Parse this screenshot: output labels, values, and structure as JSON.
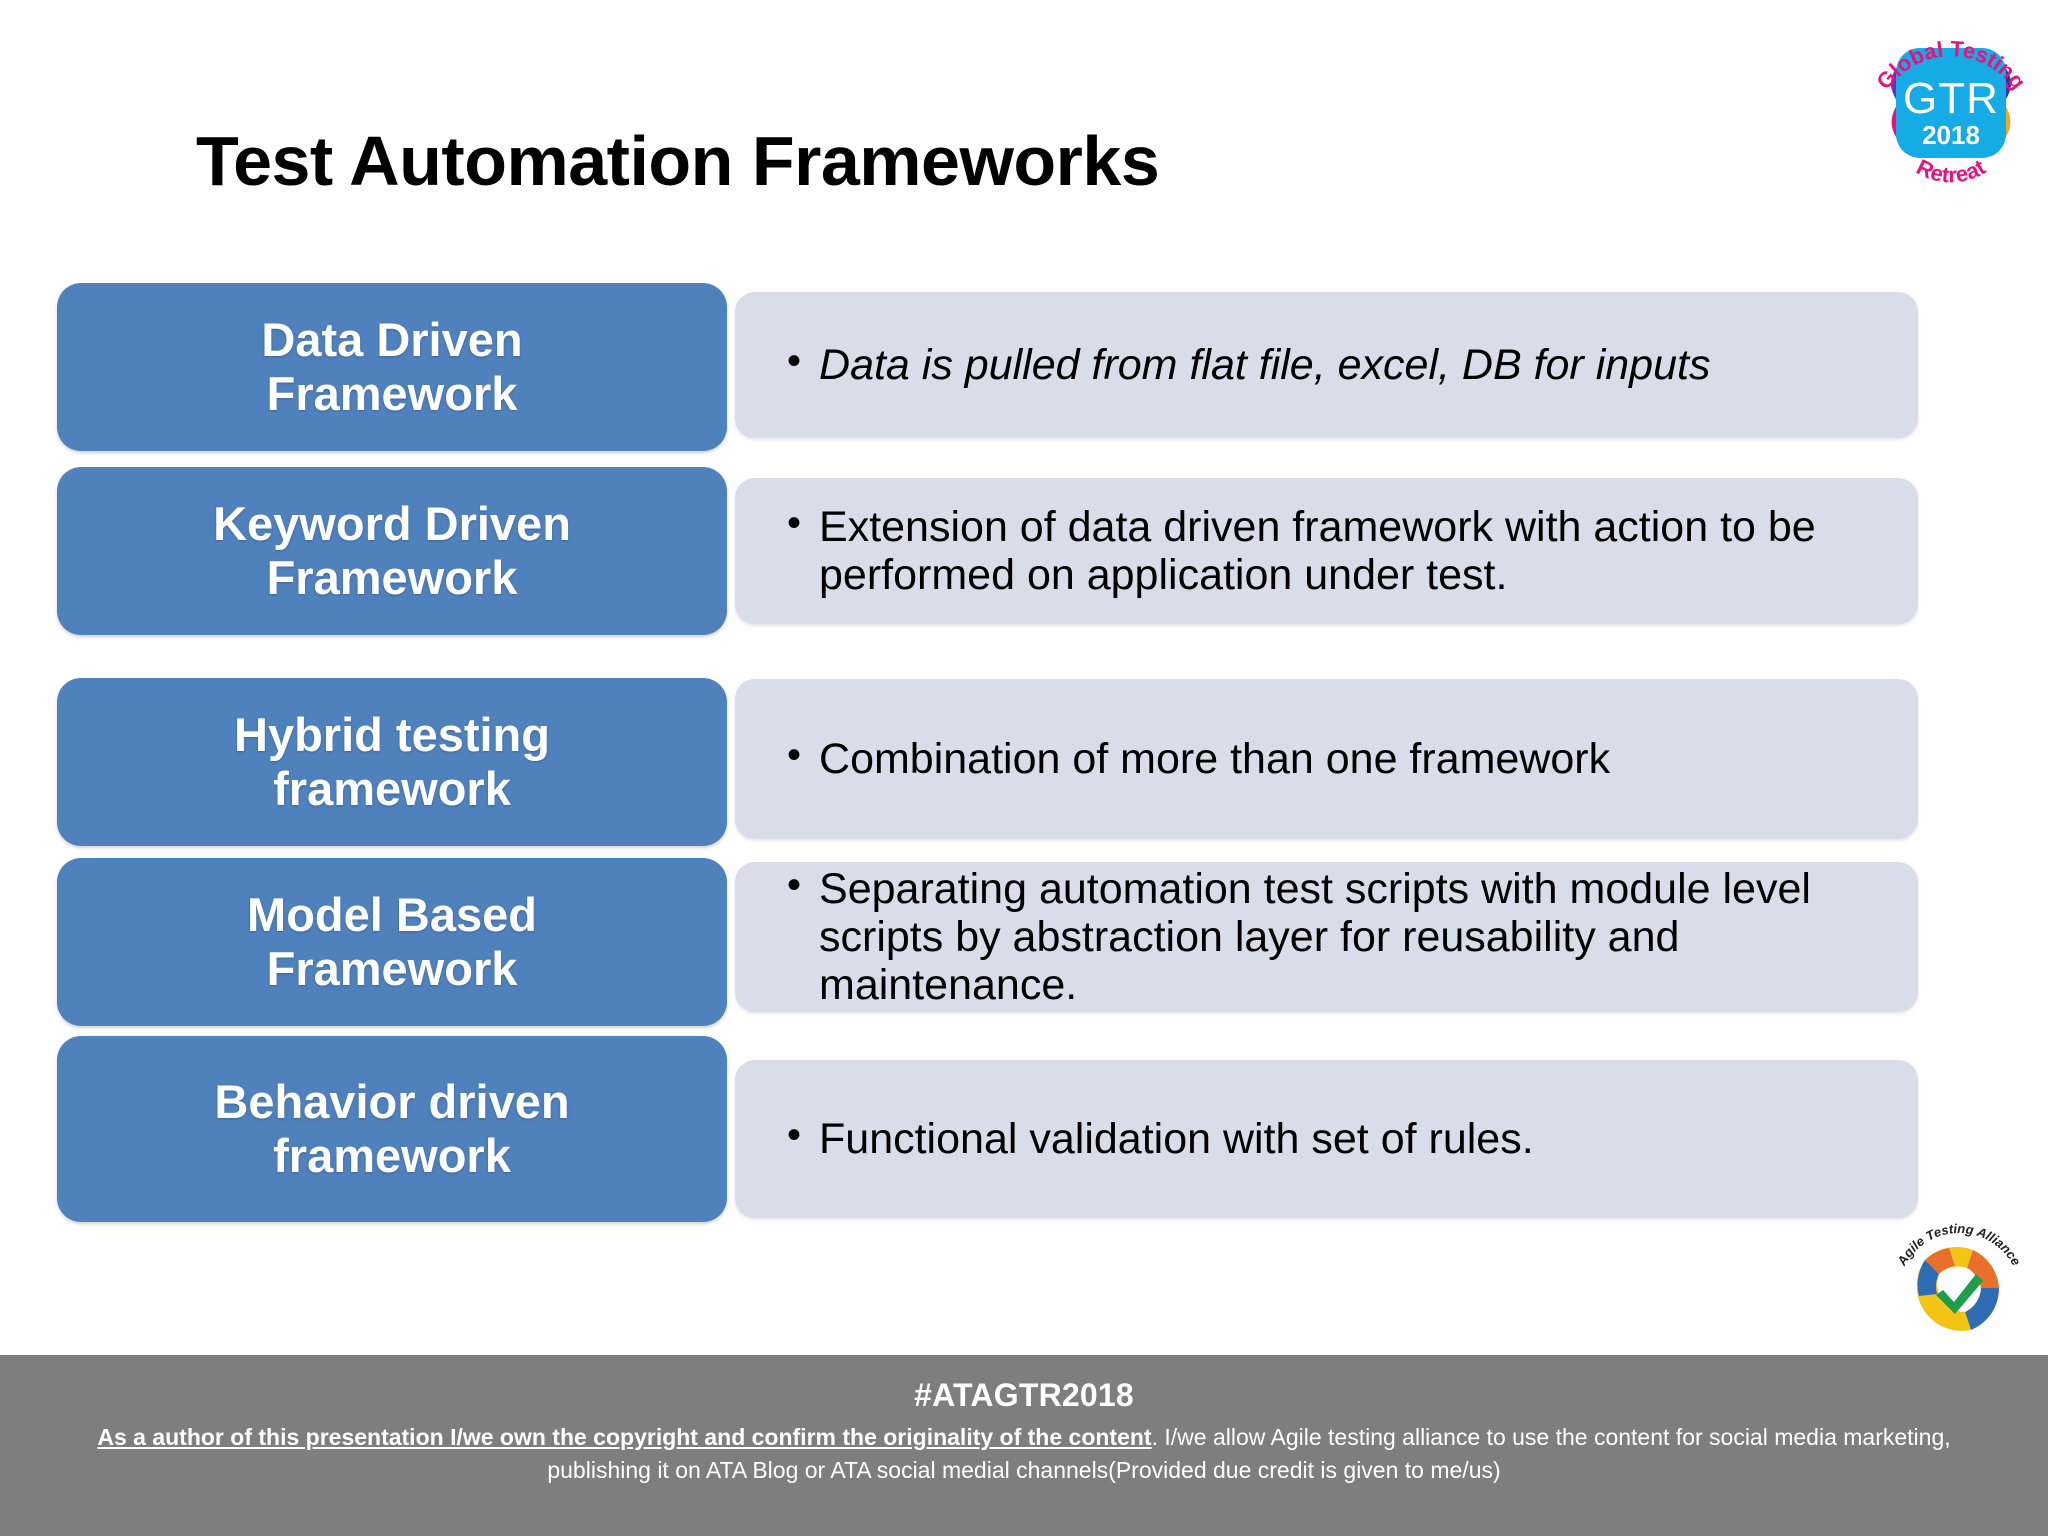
{
  "slide": {
    "title": "Test Automation Frameworks"
  },
  "logo_gtr": {
    "name": "gtr-2018-logo",
    "arc_top_text": "Global Testing",
    "arc_bottom_text": "Retreat",
    "center_text": "GTR",
    "year": "2018",
    "colors": {
      "arc_text": "#E8117F",
      "badge": "#16ABE4",
      "left_upper": "#6F2DBD",
      "left_lower": "#E8117F",
      "right_upper": "#2233AA",
      "right_lower": "#F5A623"
    }
  },
  "logo_ata": {
    "name": "agile-testing-alliance-logo",
    "curved_text": "Agile Testing Alliance",
    "colors": {
      "blue": "#2E6DB4",
      "orange": "#E8702A",
      "yellow": "#F3C316",
      "green": "#1E9E4A",
      "check": "#1E9E4A"
    }
  },
  "frameworks": [
    {
      "name": "Data Driven Framework",
      "label": "Data Driven\nFramework",
      "bullet": "Data is pulled from flat file, excel, DB for inputs",
      "bullet_marker": "•",
      "italic": true
    },
    {
      "name": "Keyword Driven Framework",
      "label": "Keyword Driven\nFramework",
      "bullet": "Extension of data driven framework with action to be performed on application under test.",
      "bullet_marker": "•",
      "italic": false
    },
    {
      "name": "Hybrid testing framework",
      "label": "Hybrid testing\nframework",
      "bullet": "Combination of more than one framework",
      "bullet_marker": "•",
      "italic": false
    },
    {
      "name": "Model Based Framework",
      "label": "Model Based\nFramework",
      "bullet": "Separating automation test scripts with module level scripts by abstraction layer for reusability and maintenance.",
      "bullet_marker": "•",
      "italic": false
    },
    {
      "name": "Behavior driven framework",
      "label": "Behavior driven\nframework",
      "bullet": "Functional validation with set of rules.",
      "bullet_marker": "•",
      "italic": false
    }
  ],
  "footer": {
    "hashtag": "#ATAGTR2018",
    "legal_bold": "As a author of this presentation I/we own the copyright and confirm the originality of the content",
    "legal_rest": ". I/we allow Agile testing alliance to use the content for social media marketing, publishing it on ATA Blog or ATA social medial channels(Provided due credit is given to me/us)"
  },
  "theme": {
    "box_blue": "#4F81BD",
    "panel_lavender": "#D9DCE9",
    "footer_gray": "#7E7E7E",
    "text_black": "#000000",
    "text_white": "#FFFFFF"
  }
}
